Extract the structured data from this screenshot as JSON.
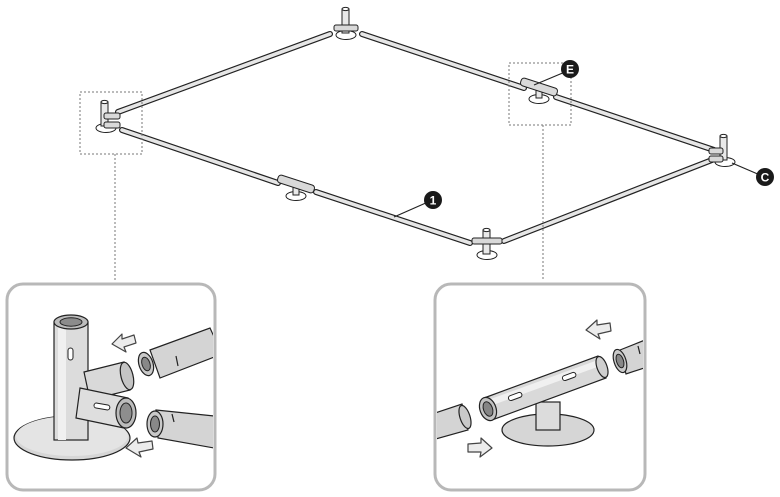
{
  "callouts": [
    {
      "id": "part-1",
      "label": "1"
    },
    {
      "id": "part-e",
      "label": "E"
    },
    {
      "id": "part-c",
      "label": "C"
    }
  ],
  "colors": {
    "ink": "#222222",
    "metal": "#d9d9d9",
    "panel_border": "#b8b8b8",
    "callout": "#1a1a1a"
  },
  "icons": [
    "push-arrow-icon",
    "corner-connector",
    "t-connector"
  ]
}
